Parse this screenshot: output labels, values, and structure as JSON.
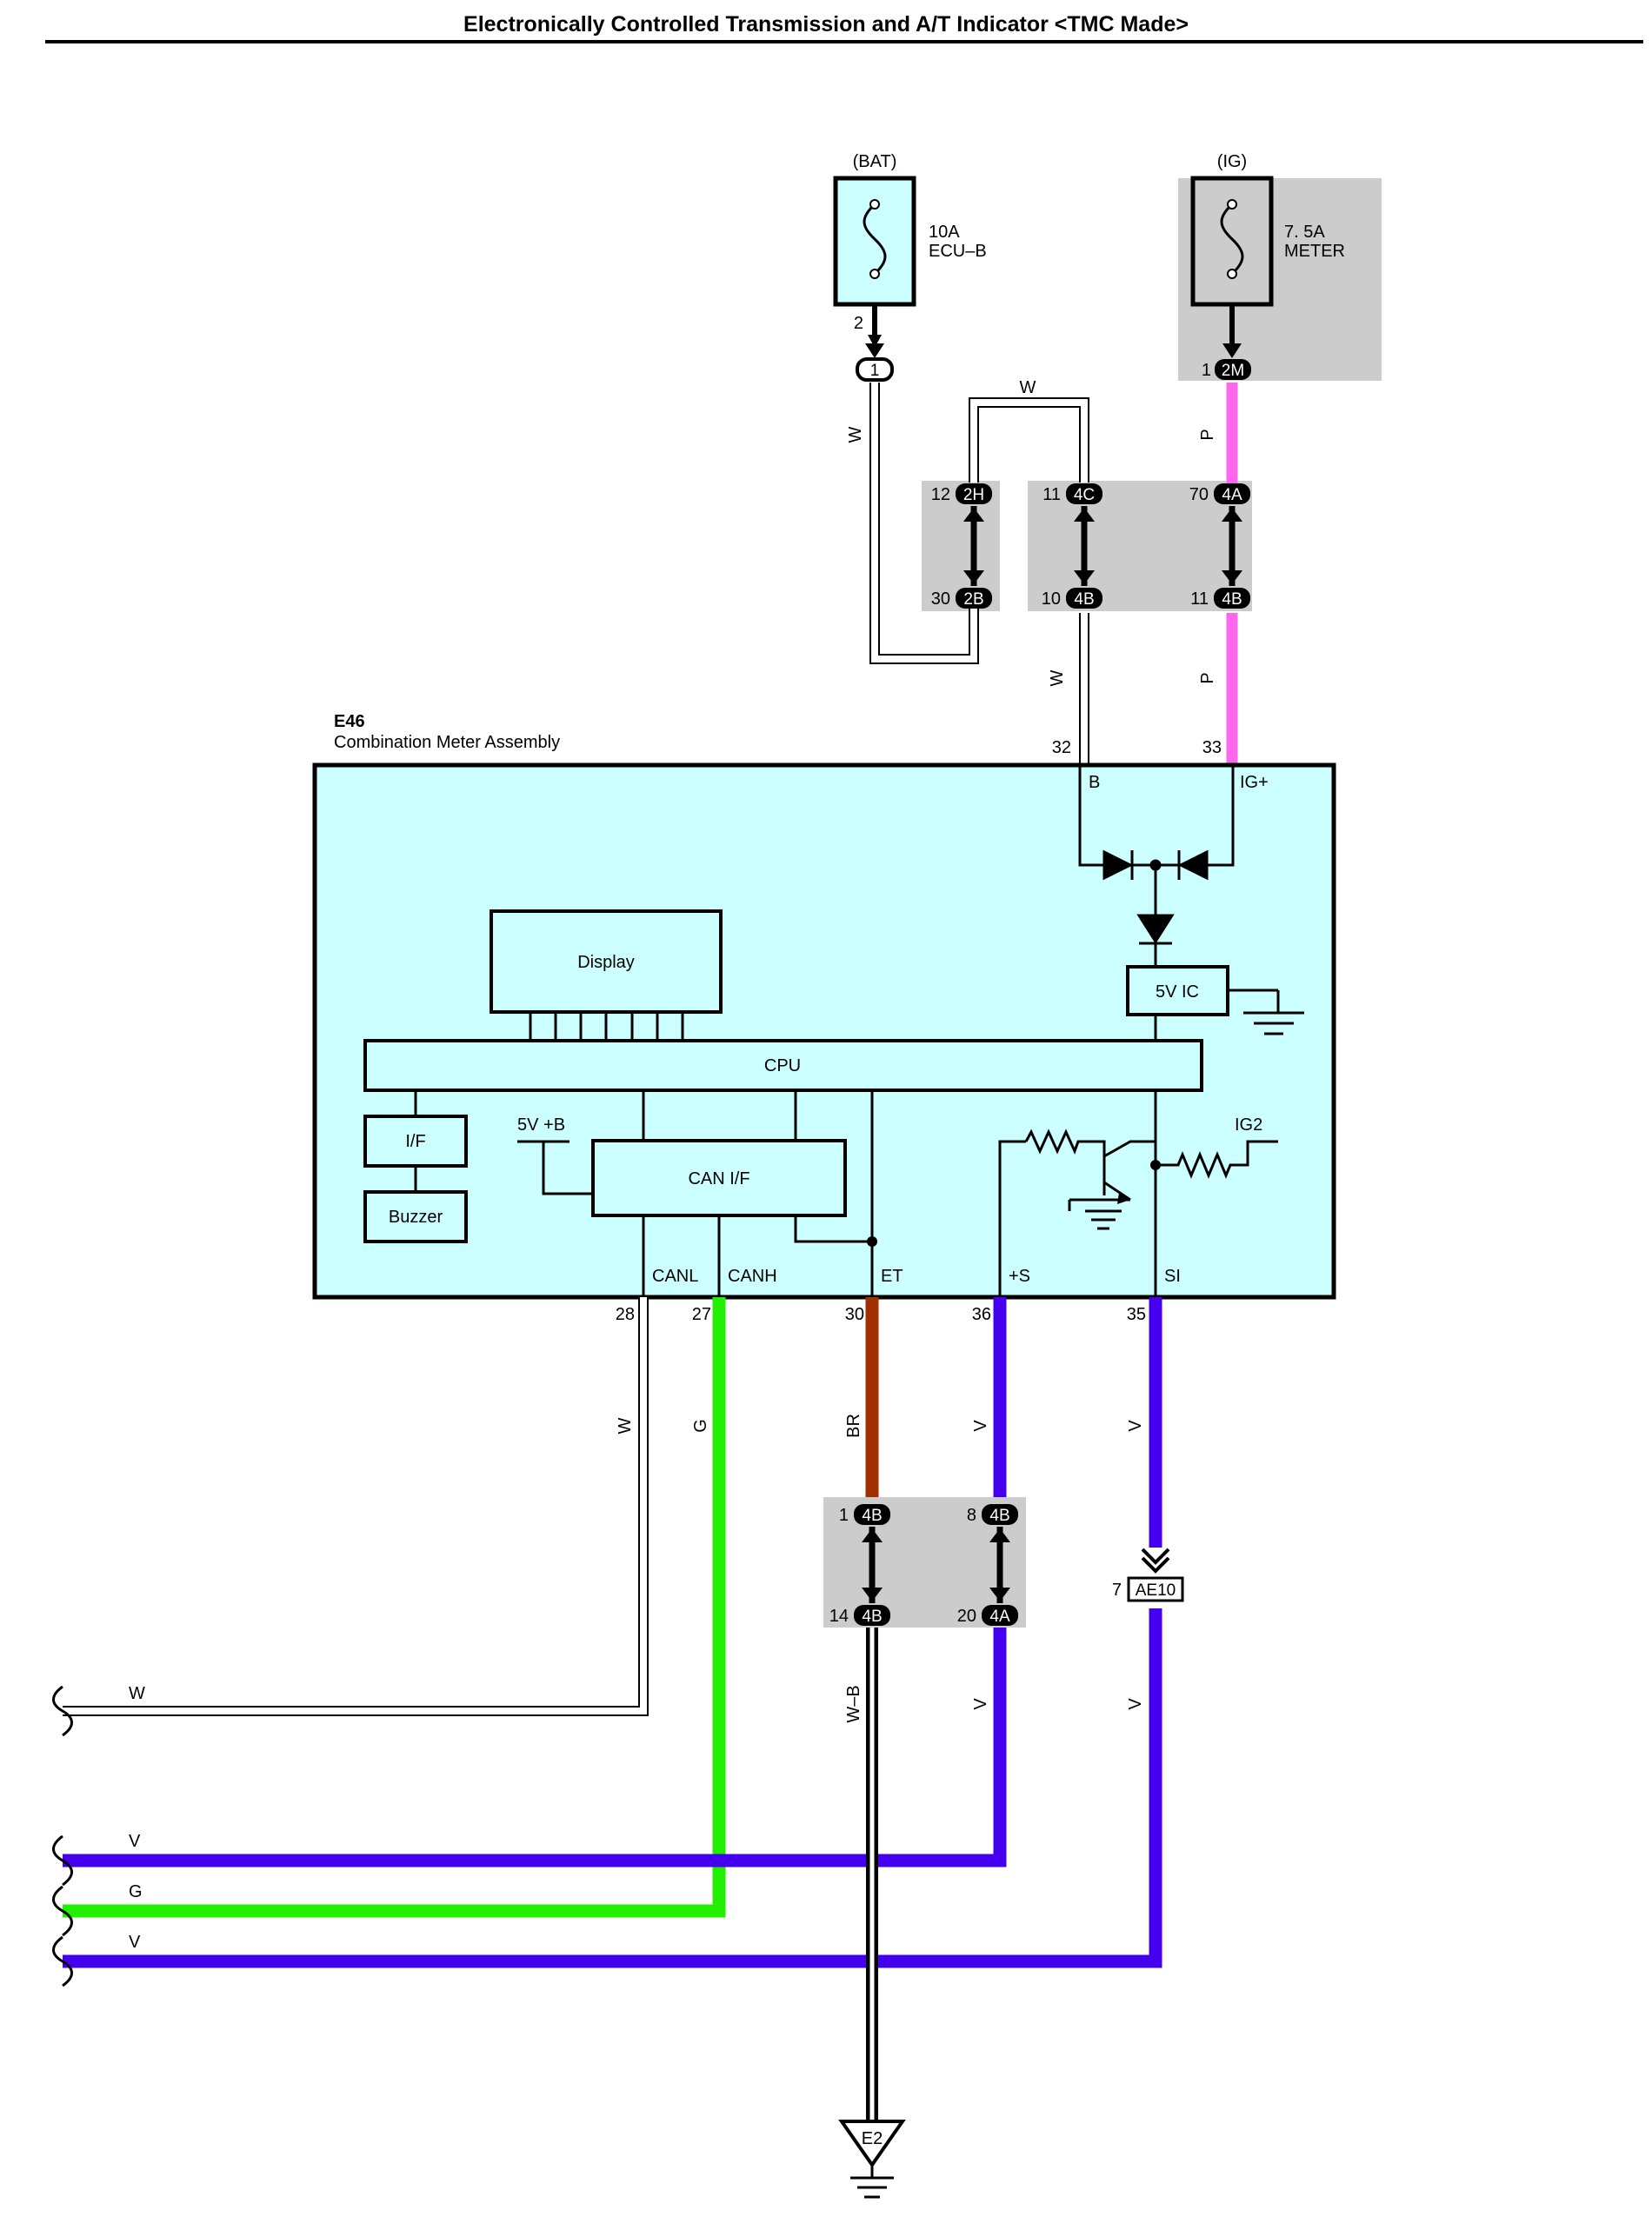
{
  "title": "Electronically Controlled Transmission and A/T Indicator <TMC Made>",
  "colors": {
    "W": "#ffffff",
    "P": "#ff66ee",
    "G": "#22ee00",
    "V": "#4400ee",
    "BR": "#a03000",
    "meter_fill": "#ccffff",
    "junction_fill": "#cccccc"
  },
  "fuses": [
    {
      "source": "(BAT)",
      "rating": "10A",
      "name": "ECU–B"
    },
    {
      "source": "(IG)",
      "rating": "7. 5A",
      "name": "METER"
    }
  ],
  "connectors": {
    "bat_out": {
      "pin": "2",
      "conn": "1"
    },
    "ig_out": {
      "pin": "1",
      "conn": "2M"
    },
    "j_2H": {
      "pin": "12",
      "conn": "2H"
    },
    "j_2B": {
      "pin": "30",
      "conn": "2B"
    },
    "j_4C": {
      "pin": "11",
      "conn": "4C"
    },
    "j_4B_10": {
      "pin": "10",
      "conn": "4B"
    },
    "j_4A_70": {
      "pin": "70",
      "conn": "4A"
    },
    "j_4B_11": {
      "pin": "11",
      "conn": "4B"
    },
    "j_4B_1": {
      "pin": "1",
      "conn": "4B"
    },
    "j_4B_14": {
      "pin": "14",
      "conn": "4B"
    },
    "j_4B_8": {
      "pin": "8",
      "conn": "4B"
    },
    "j_4A_20": {
      "pin": "20",
      "conn": "4A"
    },
    "ae10": {
      "pin": "7",
      "conn": "AE10"
    }
  },
  "meter": {
    "code": "E46",
    "name": "Combination Meter Assembly",
    "blocks": {
      "display": "Display",
      "cpu": "CPU",
      "ic": "5V IC",
      "if": "I/F",
      "buzzer": "Buzzer",
      "can": "CAN I/F"
    },
    "labels": {
      "vb": "5V +B",
      "ig2": "IG2"
    },
    "terminals": [
      {
        "name": "B",
        "pin": "32"
      },
      {
        "name": "IG+",
        "pin": "33"
      },
      {
        "name": "CANL",
        "pin": "28"
      },
      {
        "name": "CANH",
        "pin": "27"
      },
      {
        "name": "ET",
        "pin": "30"
      },
      {
        "name": "+S",
        "pin": "36"
      },
      {
        "name": "SI",
        "pin": "35"
      }
    ]
  },
  "wire_labels": {
    "bat_w": "W",
    "loop_w": "W",
    "b_w": "W",
    "ig_p1": "P",
    "ig_p2": "P",
    "canl_w": "W",
    "canh_g": "G",
    "et_br": "BR",
    "s_v": "V",
    "si_v": "V",
    "e2_wb": "W–B",
    "s_v2": "V",
    "si_v2": "V",
    "left_w": "W",
    "left_v1": "V",
    "left_g": "G",
    "left_v2": "V"
  },
  "ground": {
    "name": "E2"
  }
}
